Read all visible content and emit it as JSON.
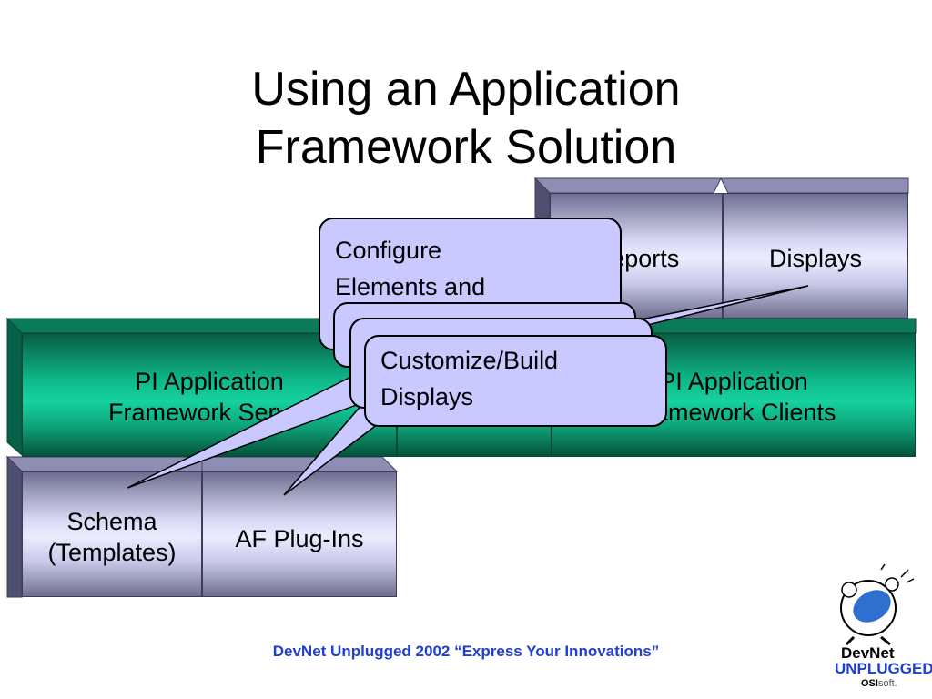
{
  "title": {
    "line1": "Using an Application",
    "line2": "Framework Solution"
  },
  "blocks": {
    "reports": "Reports",
    "displays": "Displays",
    "server_line1": "PI Application",
    "server_line2": "Framework Server",
    "clients_line1": "PI Application",
    "clients_line2": "Framework Clients",
    "schema_line1": "Schema",
    "schema_line2": "(Templates)",
    "plugins": "AF Plug-Ins"
  },
  "callouts": {
    "configure_line1": "Configure",
    "configure_line2": "Elements and",
    "customize_line1": "Customize/Build",
    "customize_line2": "Displays"
  },
  "footer": "DevNet Unplugged 2002 “Express Your Innovations”",
  "logo": {
    "line1": "DevNet",
    "line2": "UNPLUGGED",
    "brand": "OSI",
    "brand_suffix": "soft."
  },
  "colors": {
    "purple_block": "#d8d8f4",
    "green_block": "#15d29e",
    "callout_fill": "#c9c9ff",
    "footer_text": "#1f3fd0"
  }
}
